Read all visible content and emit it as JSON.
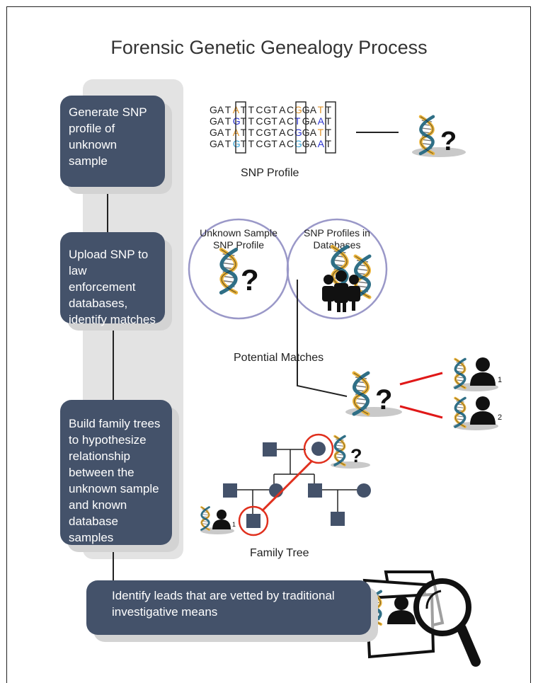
{
  "title": "Forensic Genetic Genealogy Process",
  "steps": [
    {
      "text": "Generate SNP profile of unknown sample"
    },
    {
      "text": "Upload SNP to law enforcement databases, identify matches"
    },
    {
      "text": "Build family trees to hypothesize relationship between the unknown sample and known database samples"
    },
    {
      "text": "Identify leads that are vetted by traditional investigative means"
    }
  ],
  "snp": {
    "rows": [
      [
        "G",
        "A",
        "T",
        "A",
        "T",
        "T",
        "C",
        "G",
        "T",
        "A",
        "C",
        "G",
        "G",
        "A",
        "T",
        "T"
      ],
      [
        "G",
        "A",
        "T",
        "G",
        "T",
        "T",
        "C",
        "G",
        "T",
        "A",
        "C",
        "T",
        "G",
        "A",
        "A",
        "T"
      ],
      [
        "G",
        "A",
        "T",
        "A",
        "T",
        "T",
        "C",
        "G",
        "T",
        "A",
        "C",
        "G",
        "G",
        "A",
        "T",
        "T"
      ],
      [
        "G",
        "A",
        "T",
        "G",
        "T",
        "T",
        "C",
        "G",
        "T",
        "A",
        "C",
        "G",
        "G",
        "A",
        "A",
        "T"
      ]
    ],
    "label": "SNP Profile"
  },
  "venn": {
    "left_label_lines": [
      "Unknown Sample",
      "SNP Profile"
    ],
    "right_label_lines": [
      "SNP Profiles in",
      "Databases"
    ]
  },
  "matches": {
    "label": "Potential Matches",
    "numbers": [
      "1",
      "2"
    ]
  },
  "family_tree": {
    "label": "Family Tree",
    "sample_number": "1"
  },
  "question_mark": "?",
  "colors": {
    "box": "#44526a",
    "box_shadow": "#d3d3d3",
    "spine": "#e3e3e3",
    "snp_orange": "#e0942a",
    "snp_blue": "#2a32d0",
    "snp_cyan": "#3aa6d8",
    "venn_border": "#9a98c8",
    "tree_node": "#44526a",
    "highlight": "#e0301e",
    "match_line": "#e01818",
    "dna_gold": "#e8b23a",
    "dna_teal": "#2f6f86"
  }
}
